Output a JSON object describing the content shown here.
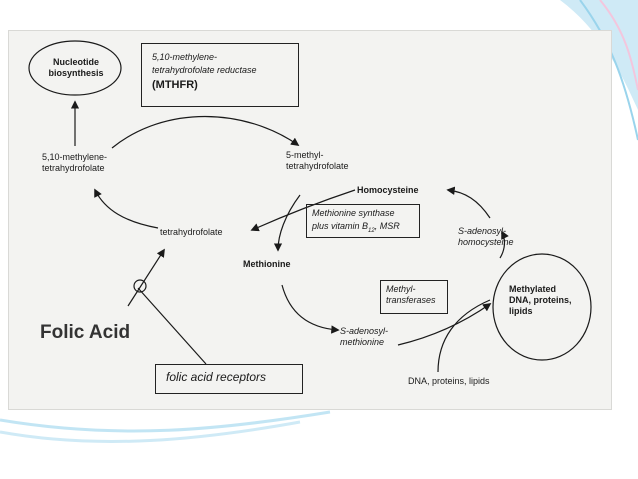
{
  "diagram": {
    "nucleotide": "Nucleotide\nbiosynthesis",
    "mthfr_line1": "5,10-methylene-",
    "mthfr_line2": "tetrahydrofolate reductase",
    "mthfr_abbr": "(MTHFR)",
    "methylene_thf": "5,10-methylene-\ntetrahydrofolate",
    "methyl_thf": "5-methyl-\ntetrahydrofolate",
    "homocysteine": "Homocysteine",
    "ms_line1": "Methionine synthase",
    "ms_line2_pre": "plus vitamin B",
    "ms_sub": "12",
    "ms_line2_post": ", MSR",
    "sah": "S-adenosyl-\nhomocysteine",
    "thf": "tetrahydrofolate",
    "methionine": "Methionine",
    "methyltransferases": "Methyl-\ntransferases",
    "methylated": "Methylated\nDNA, proteins,\nlipids",
    "sam": "S-adenosyl-\nmethionine",
    "dna": "DNA, proteins, lipids",
    "folic_acid": "Folic Acid",
    "receptors": "folic acid receptors"
  },
  "colors": {
    "figure_bg": "#f3f3f1",
    "swoosh": "#9ad4ec",
    "ink": "#1a1a1a"
  }
}
